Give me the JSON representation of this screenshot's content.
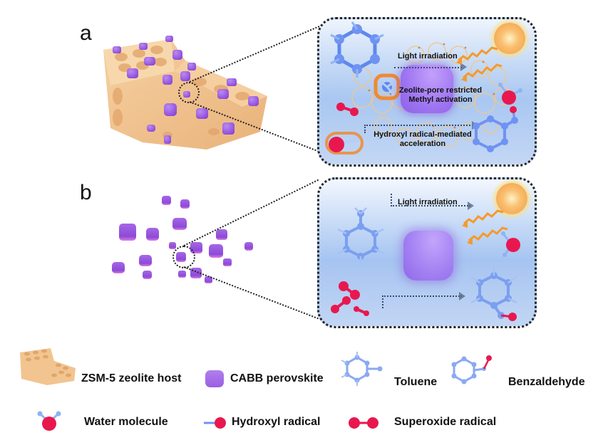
{
  "figure": {
    "panels": [
      {
        "id": "a",
        "label": "a",
        "description": "ZSM-5 zeolite host loaded with CABB perovskite nanocrystals",
        "inset": {
          "captions": {
            "light": "Light irradiation",
            "center_line1": "Zeolite-pore restricted",
            "center_line2": "Methyl activation",
            "hydroxyl_line1": "Hydroxyl radical-mediated",
            "hydroxyl_line2": "acceleration"
          }
        }
      },
      {
        "id": "b",
        "label": "b",
        "description": "Bare CABB perovskite nanocrystals",
        "inset": {
          "captions": {
            "light": "Light irradiation"
          }
        }
      }
    ],
    "legend": [
      {
        "icon": "zeolite-block-icon",
        "label": "ZSM-5 zeolite host"
      },
      {
        "icon": "perovskite-cube-icon",
        "label": "CABB perovskite"
      },
      {
        "icon": "toluene-molecule-icon",
        "label": "Toluene"
      },
      {
        "icon": "benzaldehyde-molecule-icon",
        "label": "Benzaldehyde"
      },
      {
        "icon": "water-molecule-icon",
        "label": "Water molecule"
      },
      {
        "icon": "hydroxyl-radical-icon",
        "label": "Hydroxyl radical"
      },
      {
        "icon": "superoxide-radical-icon",
        "label": "Superoxide radical"
      }
    ],
    "colors": {
      "zeolite": "#f2c48f",
      "perovskite": "#9c5ce0",
      "molecule_carbon": "#6f93f2",
      "oxygen": "#e8184f",
      "sun": "#f7a64a",
      "inset_bg_top": "#eef4fd",
      "inset_bg_mid": "#a9c7f1"
    }
  }
}
